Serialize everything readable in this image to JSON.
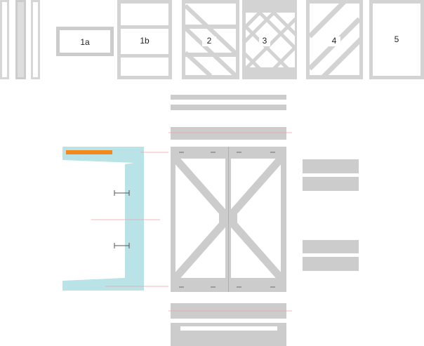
{
  "colors": {
    "frame": "#cccccc",
    "frame_light": "#d6d6d6",
    "background": "#ffffff",
    "cyan": "#b9e3e6",
    "orange": "#f08a1e",
    "guide": "#f2a3a8",
    "screw": "#555555",
    "label": "#222222"
  },
  "panels": [
    {
      "id": "1a",
      "label": "1a"
    },
    {
      "id": "1b",
      "label": "1b"
    },
    {
      "id": "2",
      "label": "2"
    },
    {
      "id": "3",
      "label": "3"
    },
    {
      "id": "4",
      "label": "4"
    },
    {
      "id": "5",
      "label": "5"
    }
  ]
}
